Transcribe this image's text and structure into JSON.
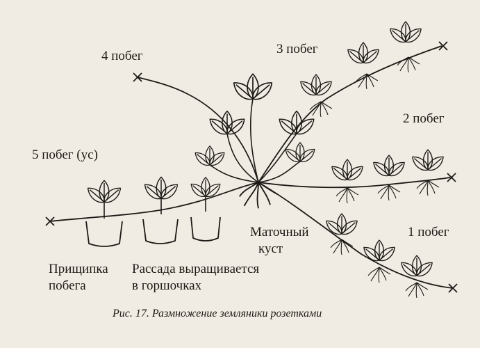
{
  "figure": {
    "caption": "Рис. 17. Размножение земляники розетками",
    "labels": {
      "shoot4": "4 побег",
      "shoot3": "3 побег",
      "shoot2": "2 побег",
      "shoot5": "5 побег (ус)",
      "shoot1": "1 побег",
      "mother_line1": "Маточный",
      "mother_line2": "куст",
      "pinch_line1": "Прищипка",
      "pinch_line2": "побега",
      "pots_line1": "Рассада выращивается",
      "pots_line2": "в горшочках"
    }
  },
  "colors": {
    "background": "#f1ece3",
    "ink": "#1c1a17"
  }
}
